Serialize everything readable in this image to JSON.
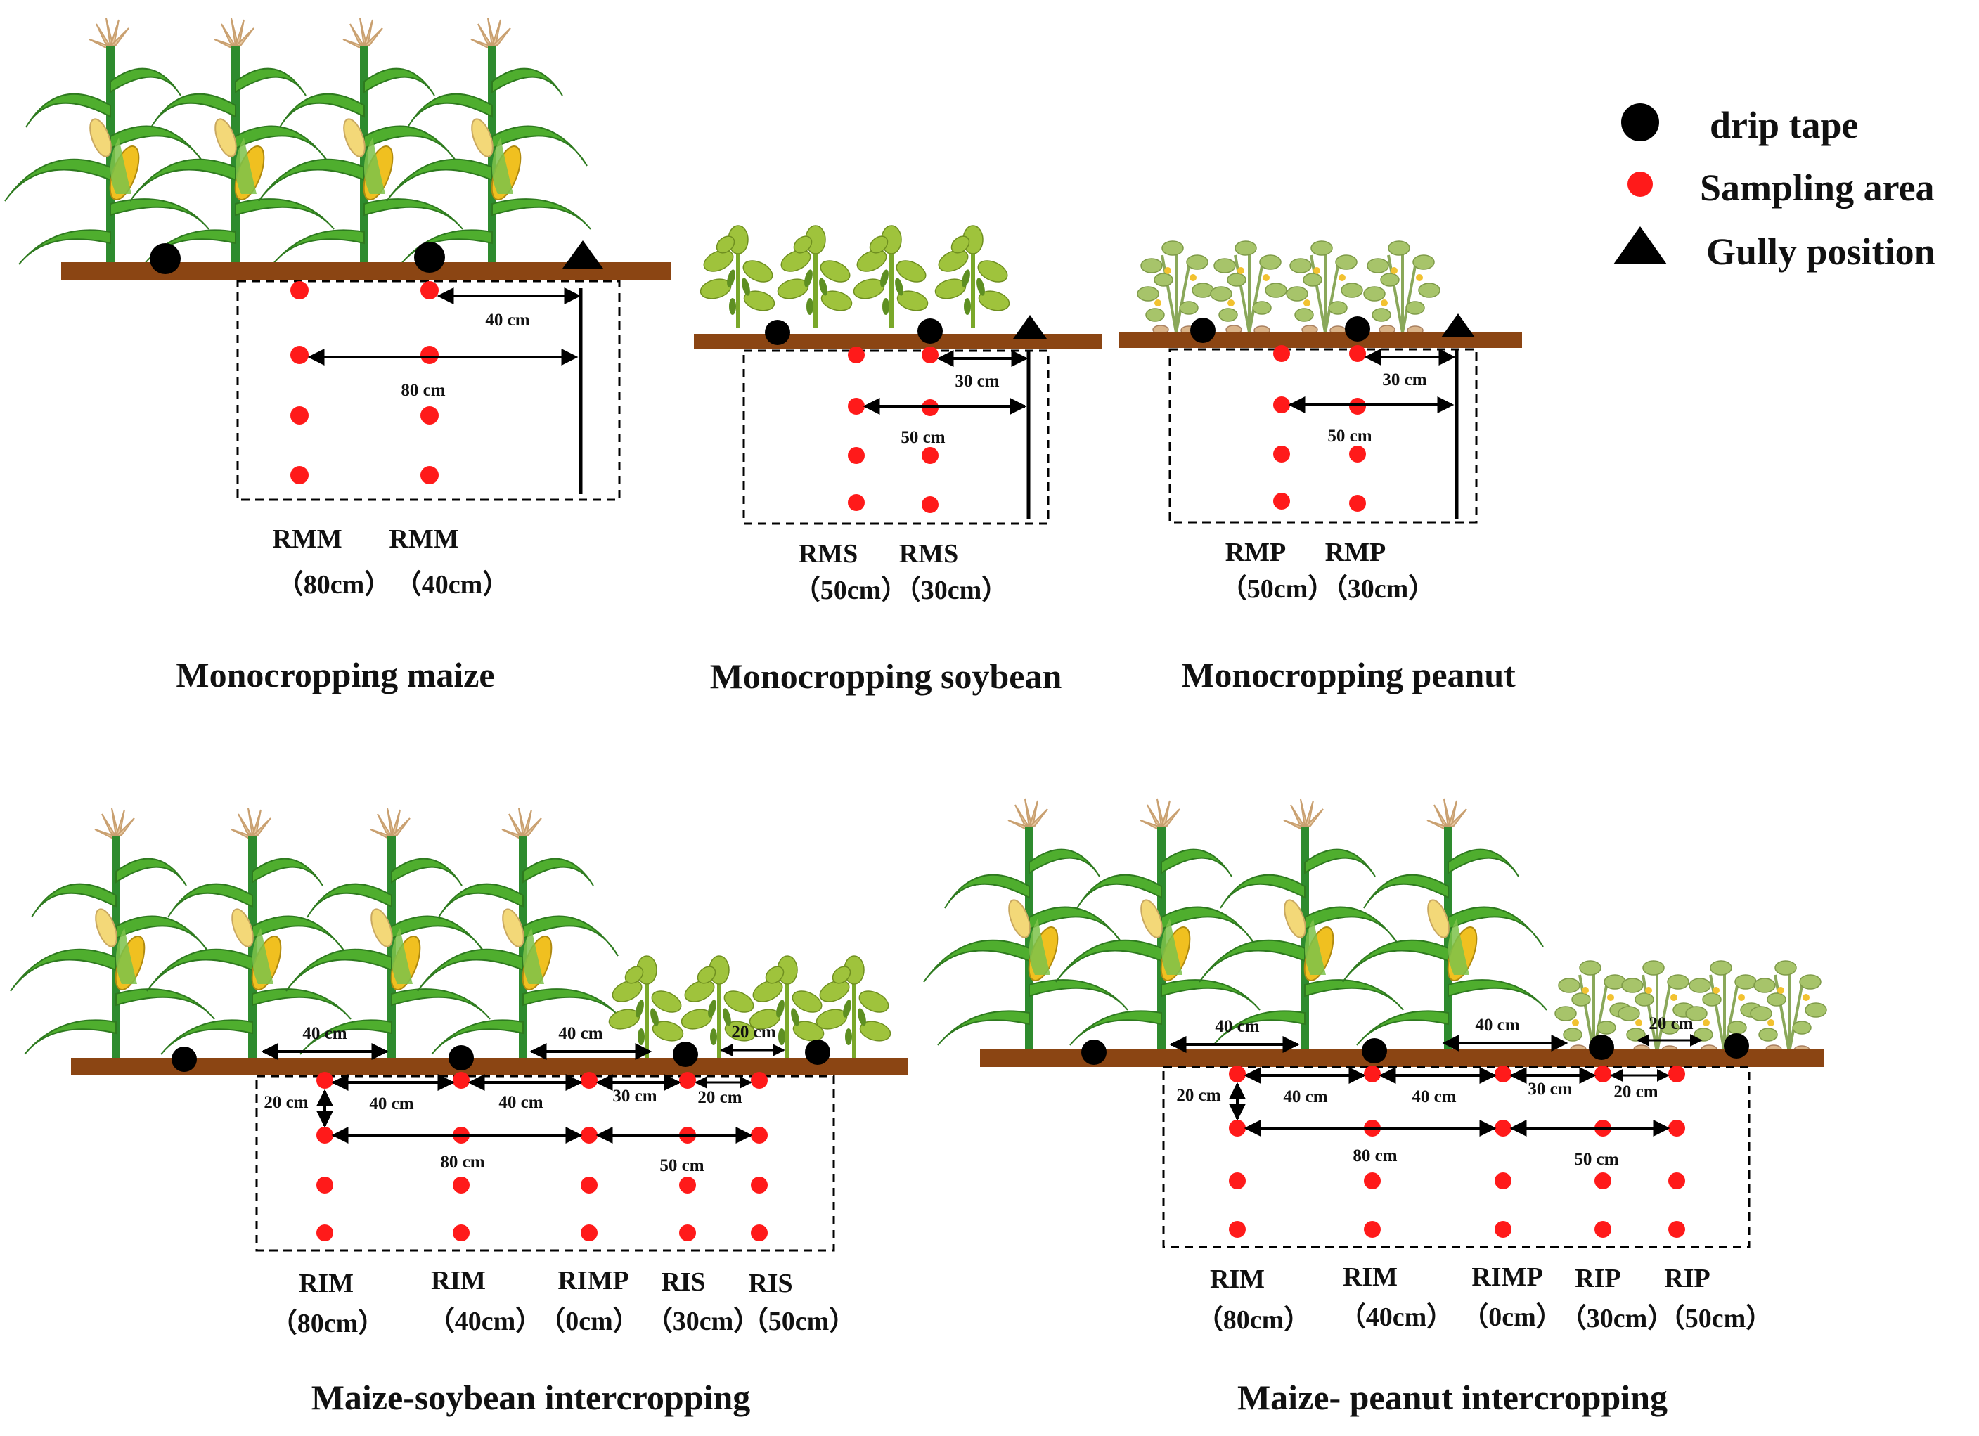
{
  "colors": {
    "soil": "#8b4513",
    "sampling": "#ff1a1a",
    "drip": "#000000",
    "gully": "#000000",
    "maize_leaf": "#4fae2e",
    "maize_stalk": "#2e8b2e",
    "maize_cob": "#f0c020",
    "soy_leaf": "#9fc33c",
    "peanut_leaf": "#a7c46a"
  },
  "legend": {
    "drip_label": "drip tape",
    "sampling_label": "Sampling area",
    "gully_label": "Gully position"
  },
  "panels": {
    "mono_maize": {
      "title": "Monocropping maize",
      "d1": "40 cm",
      "d2": "80 cm",
      "code1": "RMM",
      "sub1": "（80cm）",
      "code2": "RMM",
      "sub2": "（40cm）"
    },
    "mono_soy": {
      "title": "Monocropping soybean",
      "d1": "30 cm",
      "d2": "50 cm",
      "code1": "RMS",
      "sub1": "（50cm）",
      "code2": "RMS",
      "sub2": "（30cm）"
    },
    "mono_peanut": {
      "title": "Monocropping peanut",
      "d1": "30 cm",
      "d2": "50 cm",
      "code1": "RMP",
      "sub1": "（50cm）",
      "code2": "RMP",
      "sub2": "（30cm）"
    },
    "ms": {
      "title": "Maize-soybean intercropping",
      "top1": "40 cm",
      "top2": "40 cm",
      "top3": "20 cm",
      "r1a": "40 cm",
      "r1b": "40 cm",
      "r1c": "30 cm",
      "r1d": "20 cm",
      "vert": "20 cm",
      "r2a": "80 cm",
      "r2b": "50 cm",
      "codes": [
        "RIM",
        "RIM",
        "RIMP",
        "RIS",
        "RIS"
      ],
      "subs": [
        "（80cm）",
        "（40cm）",
        "（0cm）",
        "（30cm）",
        "（50cm）"
      ]
    },
    "mp": {
      "title": "Maize- peanut intercropping",
      "top1": "40 cm",
      "top2": "40 cm",
      "top3": "20 cm",
      "r1a": "40 cm",
      "r1b": "40 cm",
      "r1c": "30 cm",
      "r1d": "20 cm",
      "vert": "20 cm",
      "r2a": "80 cm",
      "r2b": "50 cm",
      "codes": [
        "RIM",
        "RIM",
        "RIMP",
        "RIP",
        "RIP"
      ],
      "subs": [
        "（80cm）",
        "（40cm）",
        "（0cm）",
        "（30cm）",
        "（50cm）"
      ]
    }
  }
}
